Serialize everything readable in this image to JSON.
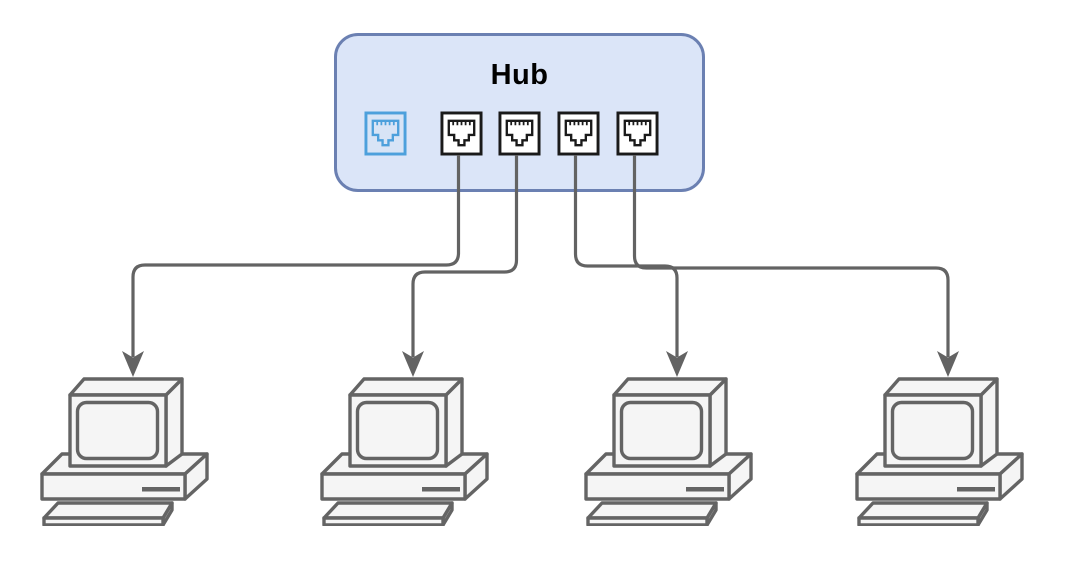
{
  "diagram_type": "network-topology",
  "hub": {
    "label": "Hub",
    "fill_color": "#dbe5f8",
    "border_color": "#6b80b2",
    "port_count": 5,
    "ports": [
      {
        "name": "uplink-port",
        "style": "highlighted-blue",
        "color": "#4da0dc",
        "connected_to": null
      },
      {
        "name": "port-1",
        "style": "standard-black",
        "color": "#1a1a1a",
        "connected_to": "computer-1"
      },
      {
        "name": "port-2",
        "style": "standard-black",
        "color": "#1a1a1a",
        "connected_to": "computer-2"
      },
      {
        "name": "port-3",
        "style": "standard-black",
        "color": "#1a1a1a",
        "connected_to": "computer-3"
      },
      {
        "name": "port-4",
        "style": "standard-black",
        "color": "#1a1a1a",
        "connected_to": "computer-4"
      }
    ]
  },
  "computers": [
    {
      "name": "computer-1"
    },
    {
      "name": "computer-2"
    },
    {
      "name": "computer-3"
    },
    {
      "name": "computer-4"
    }
  ],
  "connections": [
    {
      "from": "port-1",
      "to": "computer-1",
      "arrow": "filled-classic-down"
    },
    {
      "from": "port-2",
      "to": "computer-2",
      "arrow": "filled-classic-down"
    },
    {
      "from": "port-3",
      "to": "computer-3",
      "arrow": "filled-classic-down"
    },
    {
      "from": "port-4",
      "to": "computer-4",
      "arrow": "filled-classic-down"
    }
  ],
  "colors": {
    "background": "#ffffff",
    "connection_line": "#636363",
    "computer_fill": "#f5f5f5",
    "computer_stroke": "#646464"
  }
}
